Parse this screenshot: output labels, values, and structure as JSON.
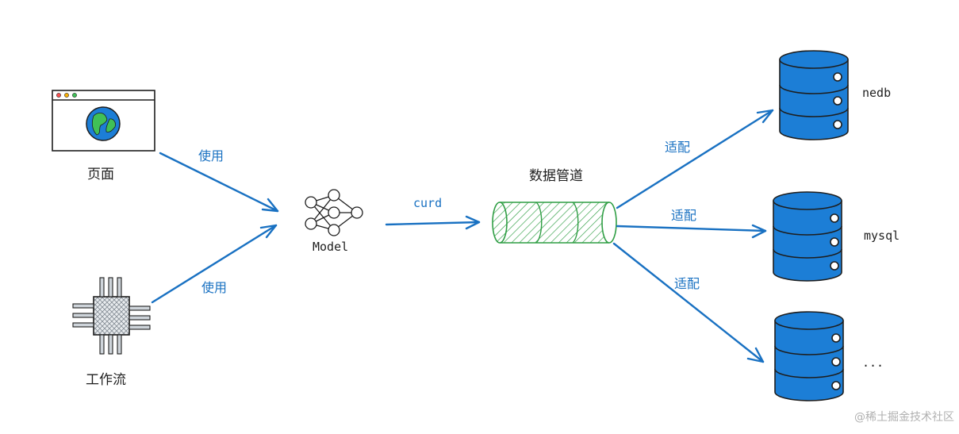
{
  "nodes": {
    "page": {
      "label": "页面",
      "icon": "browser-globe-icon"
    },
    "workflow": {
      "label": "工作流",
      "icon": "chip-icon"
    },
    "model": {
      "label": "Model",
      "icon": "neural-network-icon"
    },
    "pipeline": {
      "label": "数据管道",
      "icon": "pipe-cylinder-icon"
    },
    "db_nedb": {
      "label": "nedb",
      "icon": "database-icon"
    },
    "db_mysql": {
      "label": "mysql",
      "icon": "database-icon"
    },
    "db_more": {
      "label": "...",
      "icon": "database-icon"
    }
  },
  "edges": {
    "page_to_model": "使用",
    "workflow_to_model": "使用",
    "model_to_pipeline": "curd",
    "pipeline_to_nedb": "适配",
    "pipeline_to_mysql": "适配",
    "pipeline_to_more": "适配"
  },
  "watermark": "@稀土掘金技术社区",
  "colors": {
    "arrow": "#1971c2",
    "database": "#1c7ed6",
    "pipe": "#2f9e44",
    "globe": "#1c7ed6",
    "land": "#40c057"
  }
}
